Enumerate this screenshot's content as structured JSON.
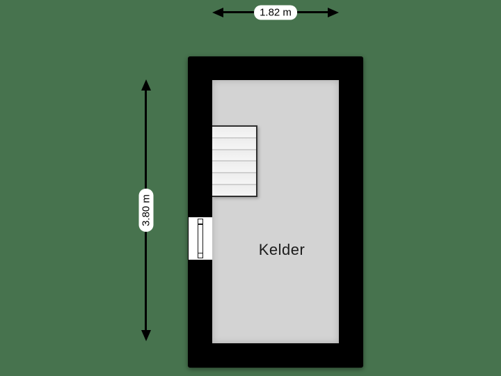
{
  "room": {
    "label": "Kelder"
  },
  "dimensions": {
    "width": {
      "label": "1.82 m"
    },
    "height": {
      "label": "3.80 m"
    }
  },
  "stairs": {
    "steps": 6
  },
  "icons": {
    "width_arrows": "double-headed-horizontal-arrow",
    "height_arrows": "double-headed-vertical-arrow"
  },
  "colors": {
    "background": "#47734E",
    "wall": "#000000",
    "floor": "#D3D3D3",
    "stair_fill": "#F0F0F0",
    "stair_line": "#CFCFCF",
    "window_fill": "#FFFFFF",
    "dimension_line": "#000000",
    "label_text": "#1B1B1B"
  }
}
